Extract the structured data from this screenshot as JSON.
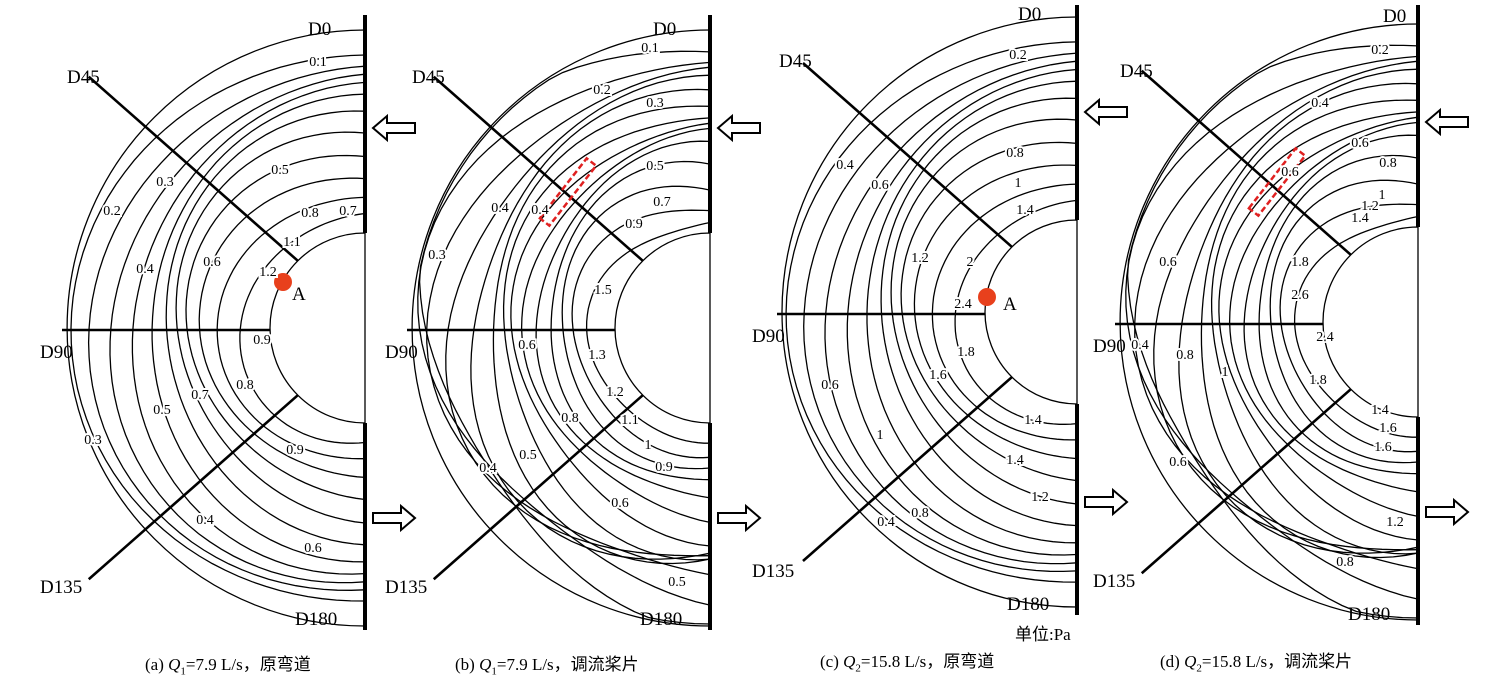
{
  "directions": {
    "d0": "D0",
    "d45": "D45",
    "d90": "D90",
    "d135": "D135",
    "d180": "D180"
  },
  "point_label": "A",
  "unit_label": "单位:Pa",
  "accent_colors": {
    "point": "#e8401c",
    "highlight": "#e02020"
  },
  "panels": [
    {
      "prefix": "(a) ",
      "q": "Q",
      "sub": "1",
      "rest": "=7.9 L/s，原弯道",
      "labels": [
        "0.1",
        "0.2",
        "0.3",
        "0.5",
        "0.8",
        "0.7",
        "1.1",
        "1.2",
        "0.4",
        "0.6",
        "0.9",
        "0.7",
        "0.8",
        "0.5",
        "0.3",
        "0.9",
        "0.4",
        "0.6"
      ]
    },
    {
      "prefix": "(b) ",
      "q": "Q",
      "sub": "1",
      "rest": "=7.9 L/s，调流桨片",
      "labels": [
        "0.1",
        "0.2",
        "0.3",
        "0.5",
        "0.4",
        "0.4",
        "0.7",
        "0.9",
        "0.3",
        "1.5",
        "0.6",
        "1.3",
        "1.2",
        "1.1",
        "1",
        "0.9",
        "0.8",
        "0.5",
        "0.4",
        "0.6",
        "0.5"
      ]
    },
    {
      "prefix": "(c) ",
      "q": "Q",
      "sub": "2",
      "rest": "=15.8 L/s，原弯道",
      "labels": [
        "0.2",
        "0.4",
        "0.6",
        "0.8",
        "1",
        "1.4",
        "2",
        "1.2",
        "2.4",
        "1.8",
        "1.6",
        "0.6",
        "1",
        "1.4",
        "1.4",
        "1.2",
        "0.8",
        "0.4"
      ]
    },
    {
      "prefix": "(d) ",
      "q": "Q",
      "sub": "2",
      "rest": "=15.8 L/s，调流桨片",
      "labels": [
        "0.2",
        "0.4",
        "0.6",
        "0.8",
        "0.6",
        "1",
        "1.2",
        "1.4",
        "0.6",
        "1.8",
        "2.6",
        "0.4",
        "0.8",
        "2.4",
        "1",
        "1.8",
        "1.4",
        "1.6",
        "1.6",
        "0.6",
        "1.2",
        "0.8"
      ]
    }
  ]
}
